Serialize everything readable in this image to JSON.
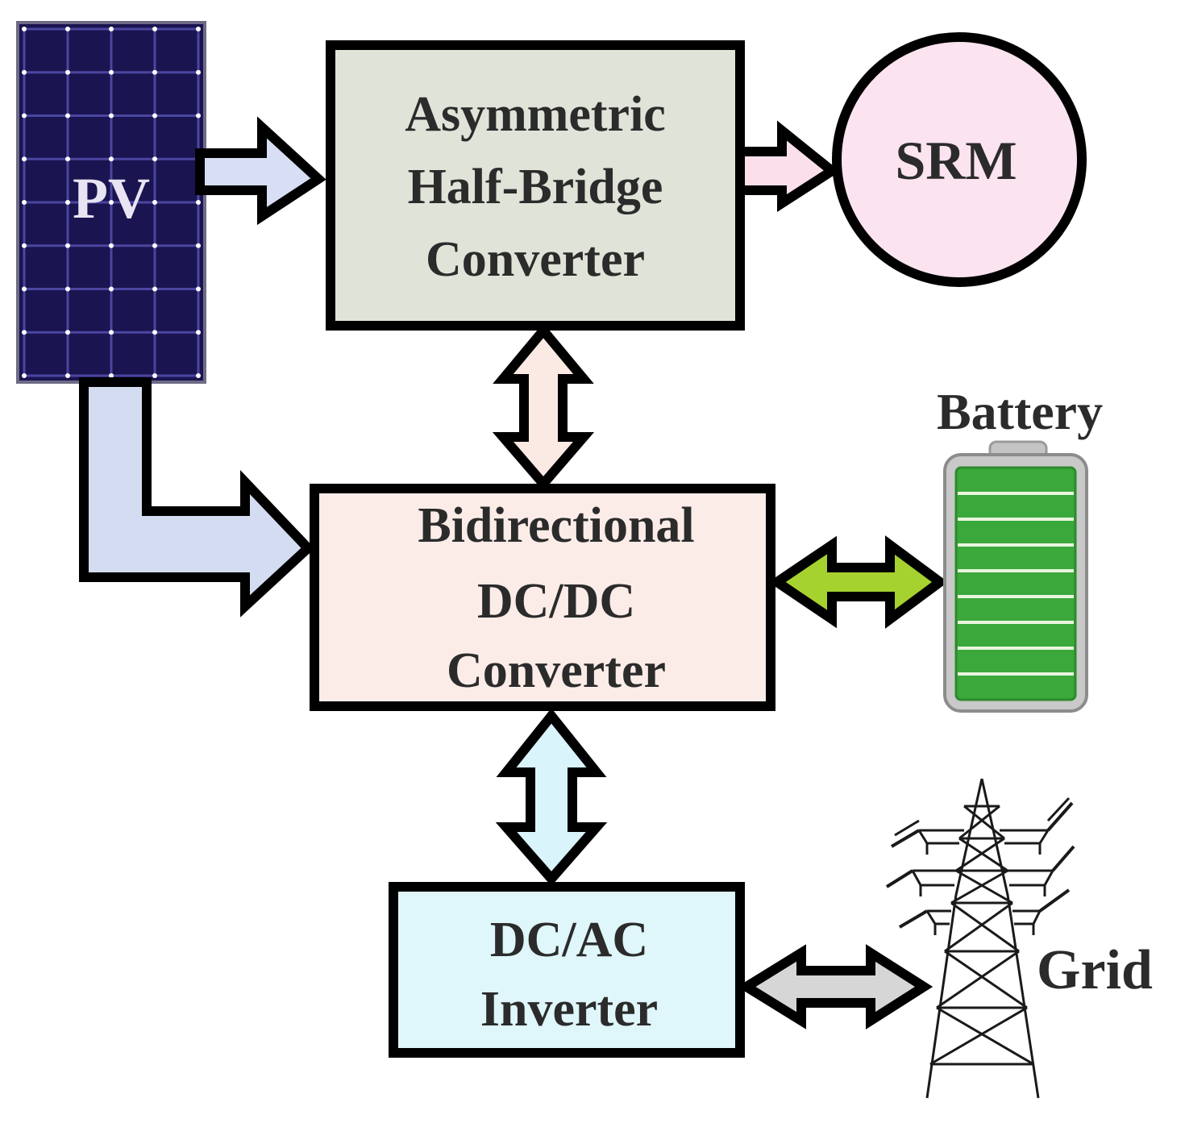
{
  "nodes": {
    "pv": {
      "label": "PV"
    },
    "ahb": {
      "lines": [
        "Asymmetric",
        "Half-Bridge",
        "Converter"
      ]
    },
    "srm": {
      "label": "SRM"
    },
    "bidir": {
      "lines": [
        "Bidirectional",
        "DC/DC",
        "Converter"
      ]
    },
    "battery": {
      "label": "Battery"
    },
    "inverter": {
      "lines": [
        "DC/AC",
        "Inverter"
      ]
    },
    "grid": {
      "label": "Grid"
    }
  },
  "colors": {
    "pv_panel": "#1a1450",
    "ahb_fill": "#dfe3d8",
    "srm_fill": "#fbe3f0",
    "bidir_fill": "#fbece8",
    "inverter_fill": "#dff6fa",
    "arrow_pv_ahb": "#d8def4",
    "arrow_pv_bidir": "#d3dcf0",
    "arrow_ahb_srm": "#fbe0ec",
    "arrow_ahb_bidir": "#fbe9e3",
    "arrow_bidir_battery": "#a6d230",
    "arrow_bidir_inverter": "#d9f4fb",
    "arrow_inverter_grid": "#d6d6d6",
    "battery_green": "#3aa83a"
  },
  "icons": [
    "solar-panel-icon",
    "battery-icon",
    "transmission-tower-icon"
  ]
}
